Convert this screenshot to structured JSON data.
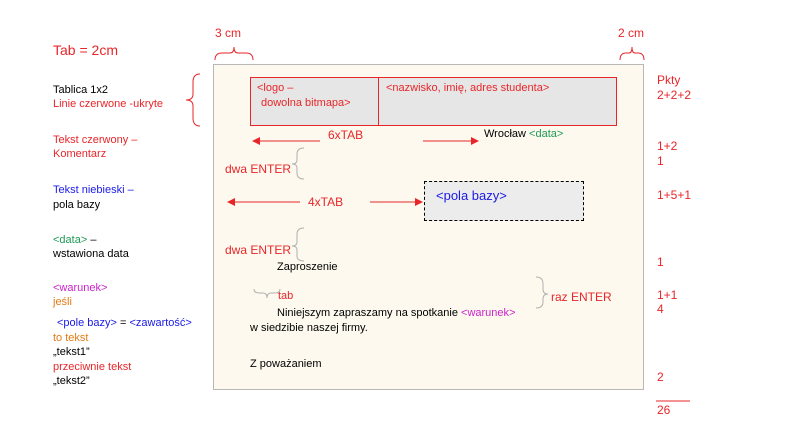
{
  "left_notes": {
    "tab_size": "Tab = 2cm",
    "table_line1": "Tablica 1x2",
    "table_line2": "Linie czerwone -ukryte",
    "red_text1": "Tekst czerwony –",
    "red_text2": "Komentarz",
    "blue_text1": "Tekst niebieski –",
    "blue_text2": "pola bazy",
    "data_tag": "<data>",
    "data_dash": " –",
    "data_text": "wstawiona data",
    "cond_warunek": "<warunek>",
    "cond_jesli": "jeśli",
    "cond_field": "<pole bazy>",
    "cond_eq": " = ",
    "cond_value": "<zawartość>",
    "cond_to": "to tekst",
    "cond_text1": "„tekst1”",
    "cond_else": "przeciwnie tekst",
    "cond_text2": "„tekst2”"
  },
  "margins": {
    "left": "3 cm",
    "right": "2 cm"
  },
  "document": {
    "logo_line1": "<logo –",
    "logo_line2": "dowolna bitmapa>",
    "student": "<nazwisko, imię, adres studenta>",
    "tab6": "6xTAB",
    "city": "Wrocław ",
    "date_tag": "<data>",
    "enter2_a": "dwa ENTER",
    "tab4": "4xTAB",
    "db_field": "<pola bazy>",
    "enter2_b": "dwa ENTER",
    "invitation": "Zaproszenie",
    "tab": "tab",
    "enter1": "raz ENTER",
    "body1": "Niniejszym zapraszamy na spotkanie ",
    "body_warunek": "<warunek>",
    "body2": "w siedzibie naszej firmy.",
    "closing": "Z  poważaniem"
  },
  "points": {
    "header": "Pkty",
    "p1": "2+2+2",
    "p2": "1+2",
    "p3": "1",
    "p4": "1+5+1",
    "p5": "1",
    "p6": "1+1",
    "p7": "4",
    "p8": "2",
    "total": "26"
  },
  "colors": {
    "comment": "#e8262a",
    "db_field": "#1a1ae6",
    "date": "#1f9a55",
    "condition": "#cc22cc",
    "text_label": "#e57a12",
    "page_bg": "#fdf9ee",
    "table_bg": "#e6e6e6"
  }
}
